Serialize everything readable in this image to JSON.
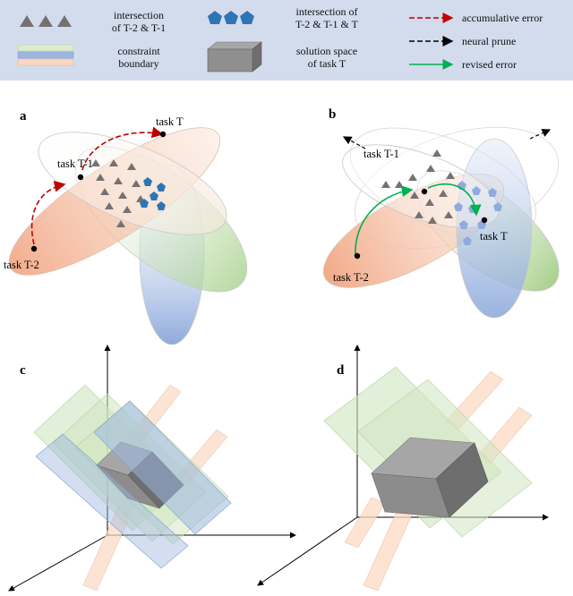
{
  "legend": {
    "triangles_label_l1": "intersection",
    "triangles_label_l2": "of T-2 & T-1",
    "pentagons_label_l1": "intersection of",
    "pentagons_label_l2": "T-2 & T-1 & T",
    "constraint_label_l1": "constraint",
    "constraint_label_l2": "boundary",
    "solution_label_l1": "solution space",
    "solution_label_l2": "of task T",
    "accumulative_error": "accumulative error",
    "neural_prune": "neural prune",
    "revised_error": "revised error"
  },
  "panels": {
    "a": "a",
    "b": "b",
    "c": "c",
    "d": "d"
  },
  "tasks": {
    "t": "task T",
    "t1": "task T-1",
    "t2": "task T-2"
  },
  "colors": {
    "legend_bg": "#d2dced",
    "green": "#a9d18e",
    "orange": "#f4b183",
    "blue": "#8faadc",
    "triangle": "#767171",
    "pentagon": "#2e75b6",
    "accumulative_error": "#c00000",
    "neural_prune": "#000000",
    "revised_error": "#00b050"
  }
}
